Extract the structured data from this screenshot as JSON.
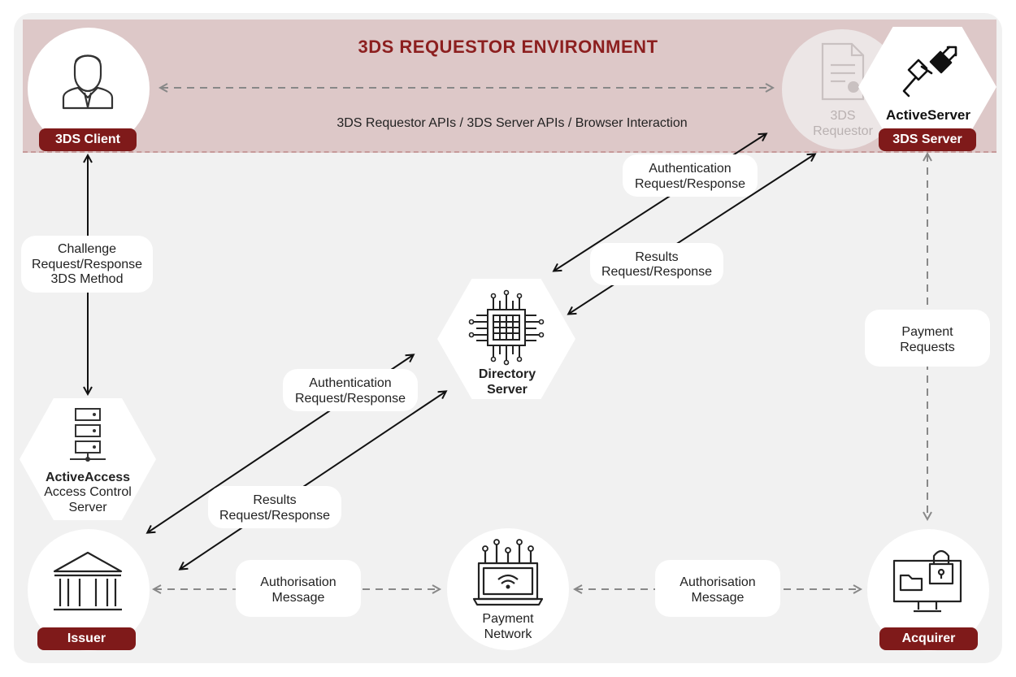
{
  "title": "3DS REQUESTOR ENVIRONMENT",
  "band_caption": "3DS Requestor APIs / 3DS Server APIs / Browser Interaction",
  "nodes": {
    "client_badge": "3DS Client",
    "requestor_line1": "3DS",
    "requestor_line2": "Requestor",
    "server_name": "ActiveServer",
    "server_badge": "3DS Server",
    "directory_line1": "Directory",
    "directory_line2": "Server",
    "acs_line1": "ActiveAccess",
    "acs_line2": "Access Control",
    "acs_line3": "Server",
    "issuer_badge": "Issuer",
    "network_line1": "Payment",
    "network_line2": "Network",
    "acquirer_badge": "Acquirer"
  },
  "labels": {
    "challenge_1": "Challenge",
    "challenge_2": "Request/Response",
    "challenge_3": "3DS Method",
    "auth_top_1": "Authentication",
    "auth_top_2": "Request/Response",
    "results_top_1": "Results",
    "results_top_2": "Request/Response",
    "auth_low_1": "Authentication",
    "auth_low_2": "Request/Response",
    "results_low_1": "Results",
    "results_low_2": "Request/Response",
    "payreq_1": "Payment",
    "payreq_2": "Requests",
    "authmsg_left_1": "Authorisation",
    "authmsg_left_2": "Message",
    "authmsg_right_1": "Authorisation",
    "authmsg_right_2": "Message"
  },
  "colors": {
    "brand_red": "#7f1a1a",
    "title_red": "#8c1f1f",
    "band": "#ddc8c8",
    "panel": "#f1f1f1",
    "arrow_solid": "#111111",
    "arrow_dashed": "#888888"
  },
  "icons": [
    "user-icon",
    "document-icon",
    "plug-icon",
    "chip-icon",
    "server-rack-icon",
    "bank-icon",
    "laptop-wifi-icon",
    "computer-lock-icon"
  ]
}
